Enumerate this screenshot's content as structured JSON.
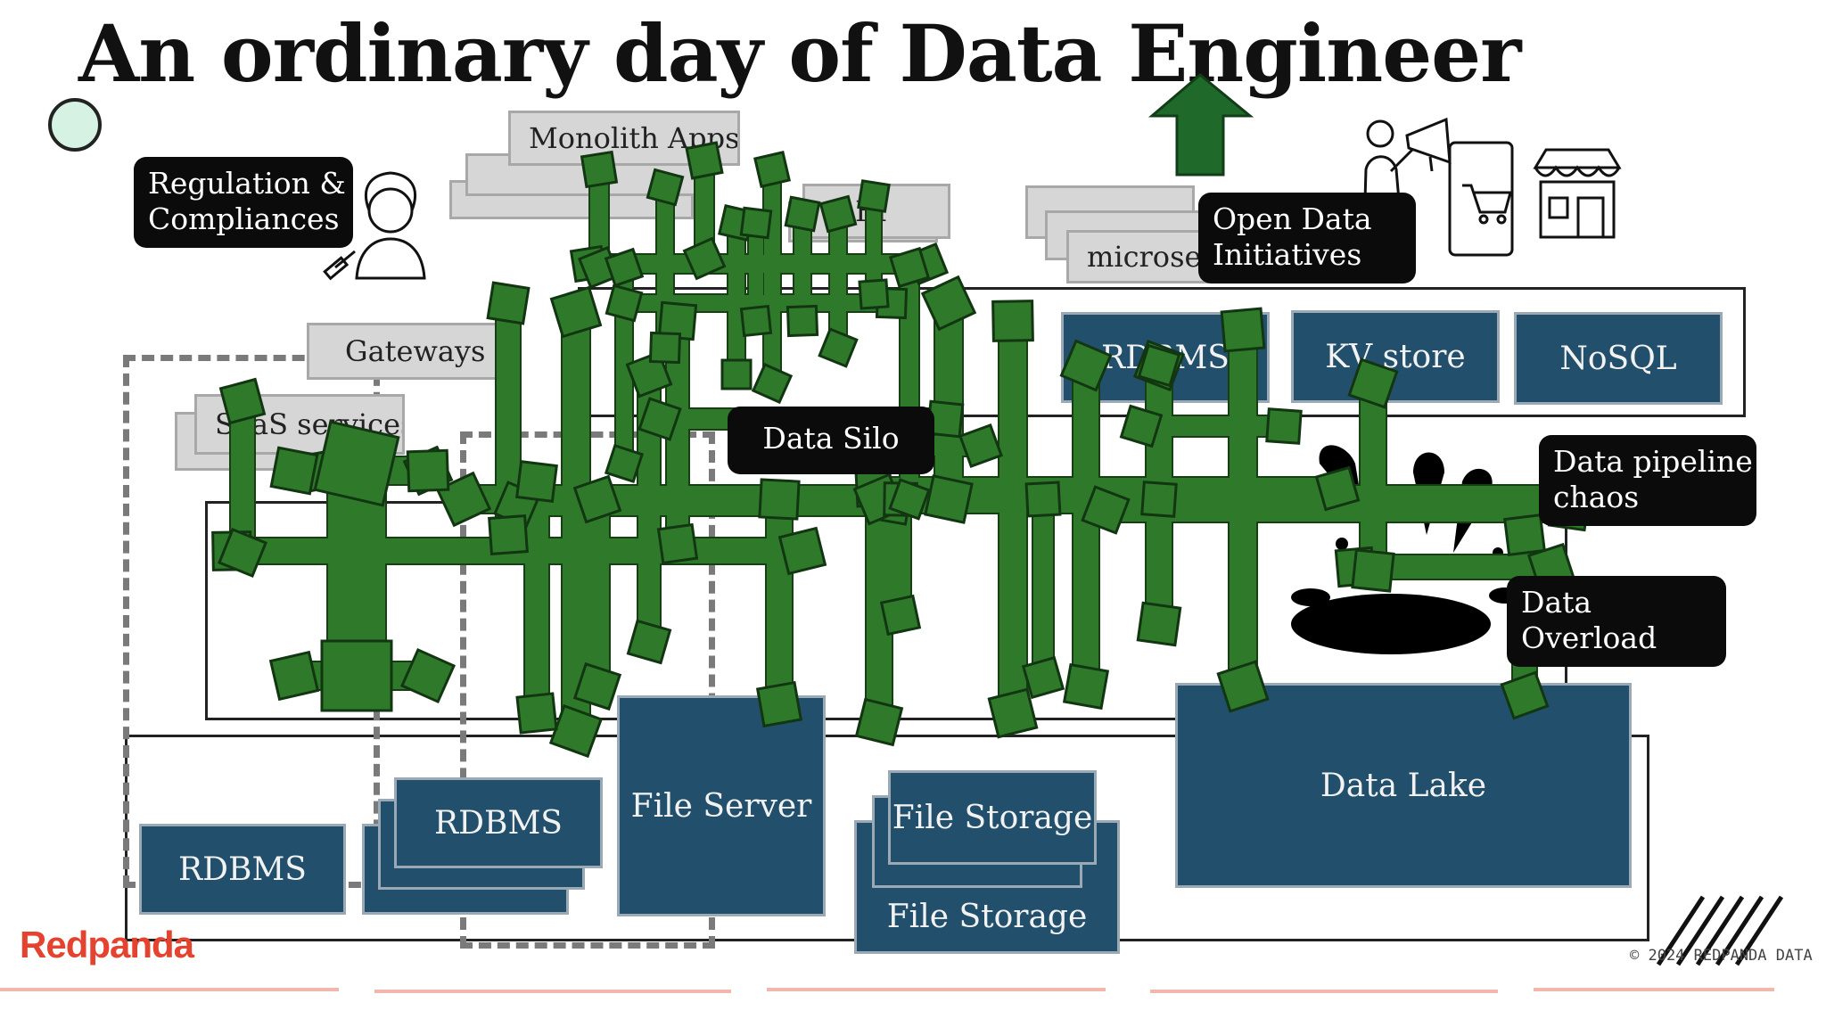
{
  "title": "An ordinary day of Data Engineer",
  "callouts": {
    "regulation": [
      "Regulation &",
      "Compliances"
    ],
    "open_data": [
      "Open Data",
      "Initiatives"
    ],
    "data_silo": "Data Silo",
    "pipeline_chaos": [
      "Data pipeline",
      "chaos"
    ],
    "data_overload": [
      "Data",
      "Overload"
    ]
  },
  "sources": {
    "monolith_apps": "Monolith Apps",
    "bi": "BI",
    "microservices": "microservices",
    "gateways": "Gateways",
    "saas_services": "SaaS services"
  },
  "stores_top": [
    "RDBMS",
    "KV store",
    "NoSQL"
  ],
  "stores_bottom": {
    "rdbms_left": "RDBMS",
    "rdbms_mid": "RDBMS",
    "file_server": "File Server",
    "file_storage": "File Storage",
    "file_storage_back": "File Storage",
    "data_lake": "Data Lake"
  },
  "brand": "Redpanda",
  "copyright": "© 2024 REDPANDA DATA",
  "colors": {
    "pipe": "#2f7a2a",
    "store": "#22506c",
    "brand": "#e4432f",
    "callout": "#0b0b0b",
    "gray_box": "#d6d6d6"
  },
  "icons": [
    "arrow-up-icon",
    "person-megaphone-icon",
    "phone-cart-icon",
    "storefront-icon",
    "judge-icon",
    "splash-icon"
  ]
}
